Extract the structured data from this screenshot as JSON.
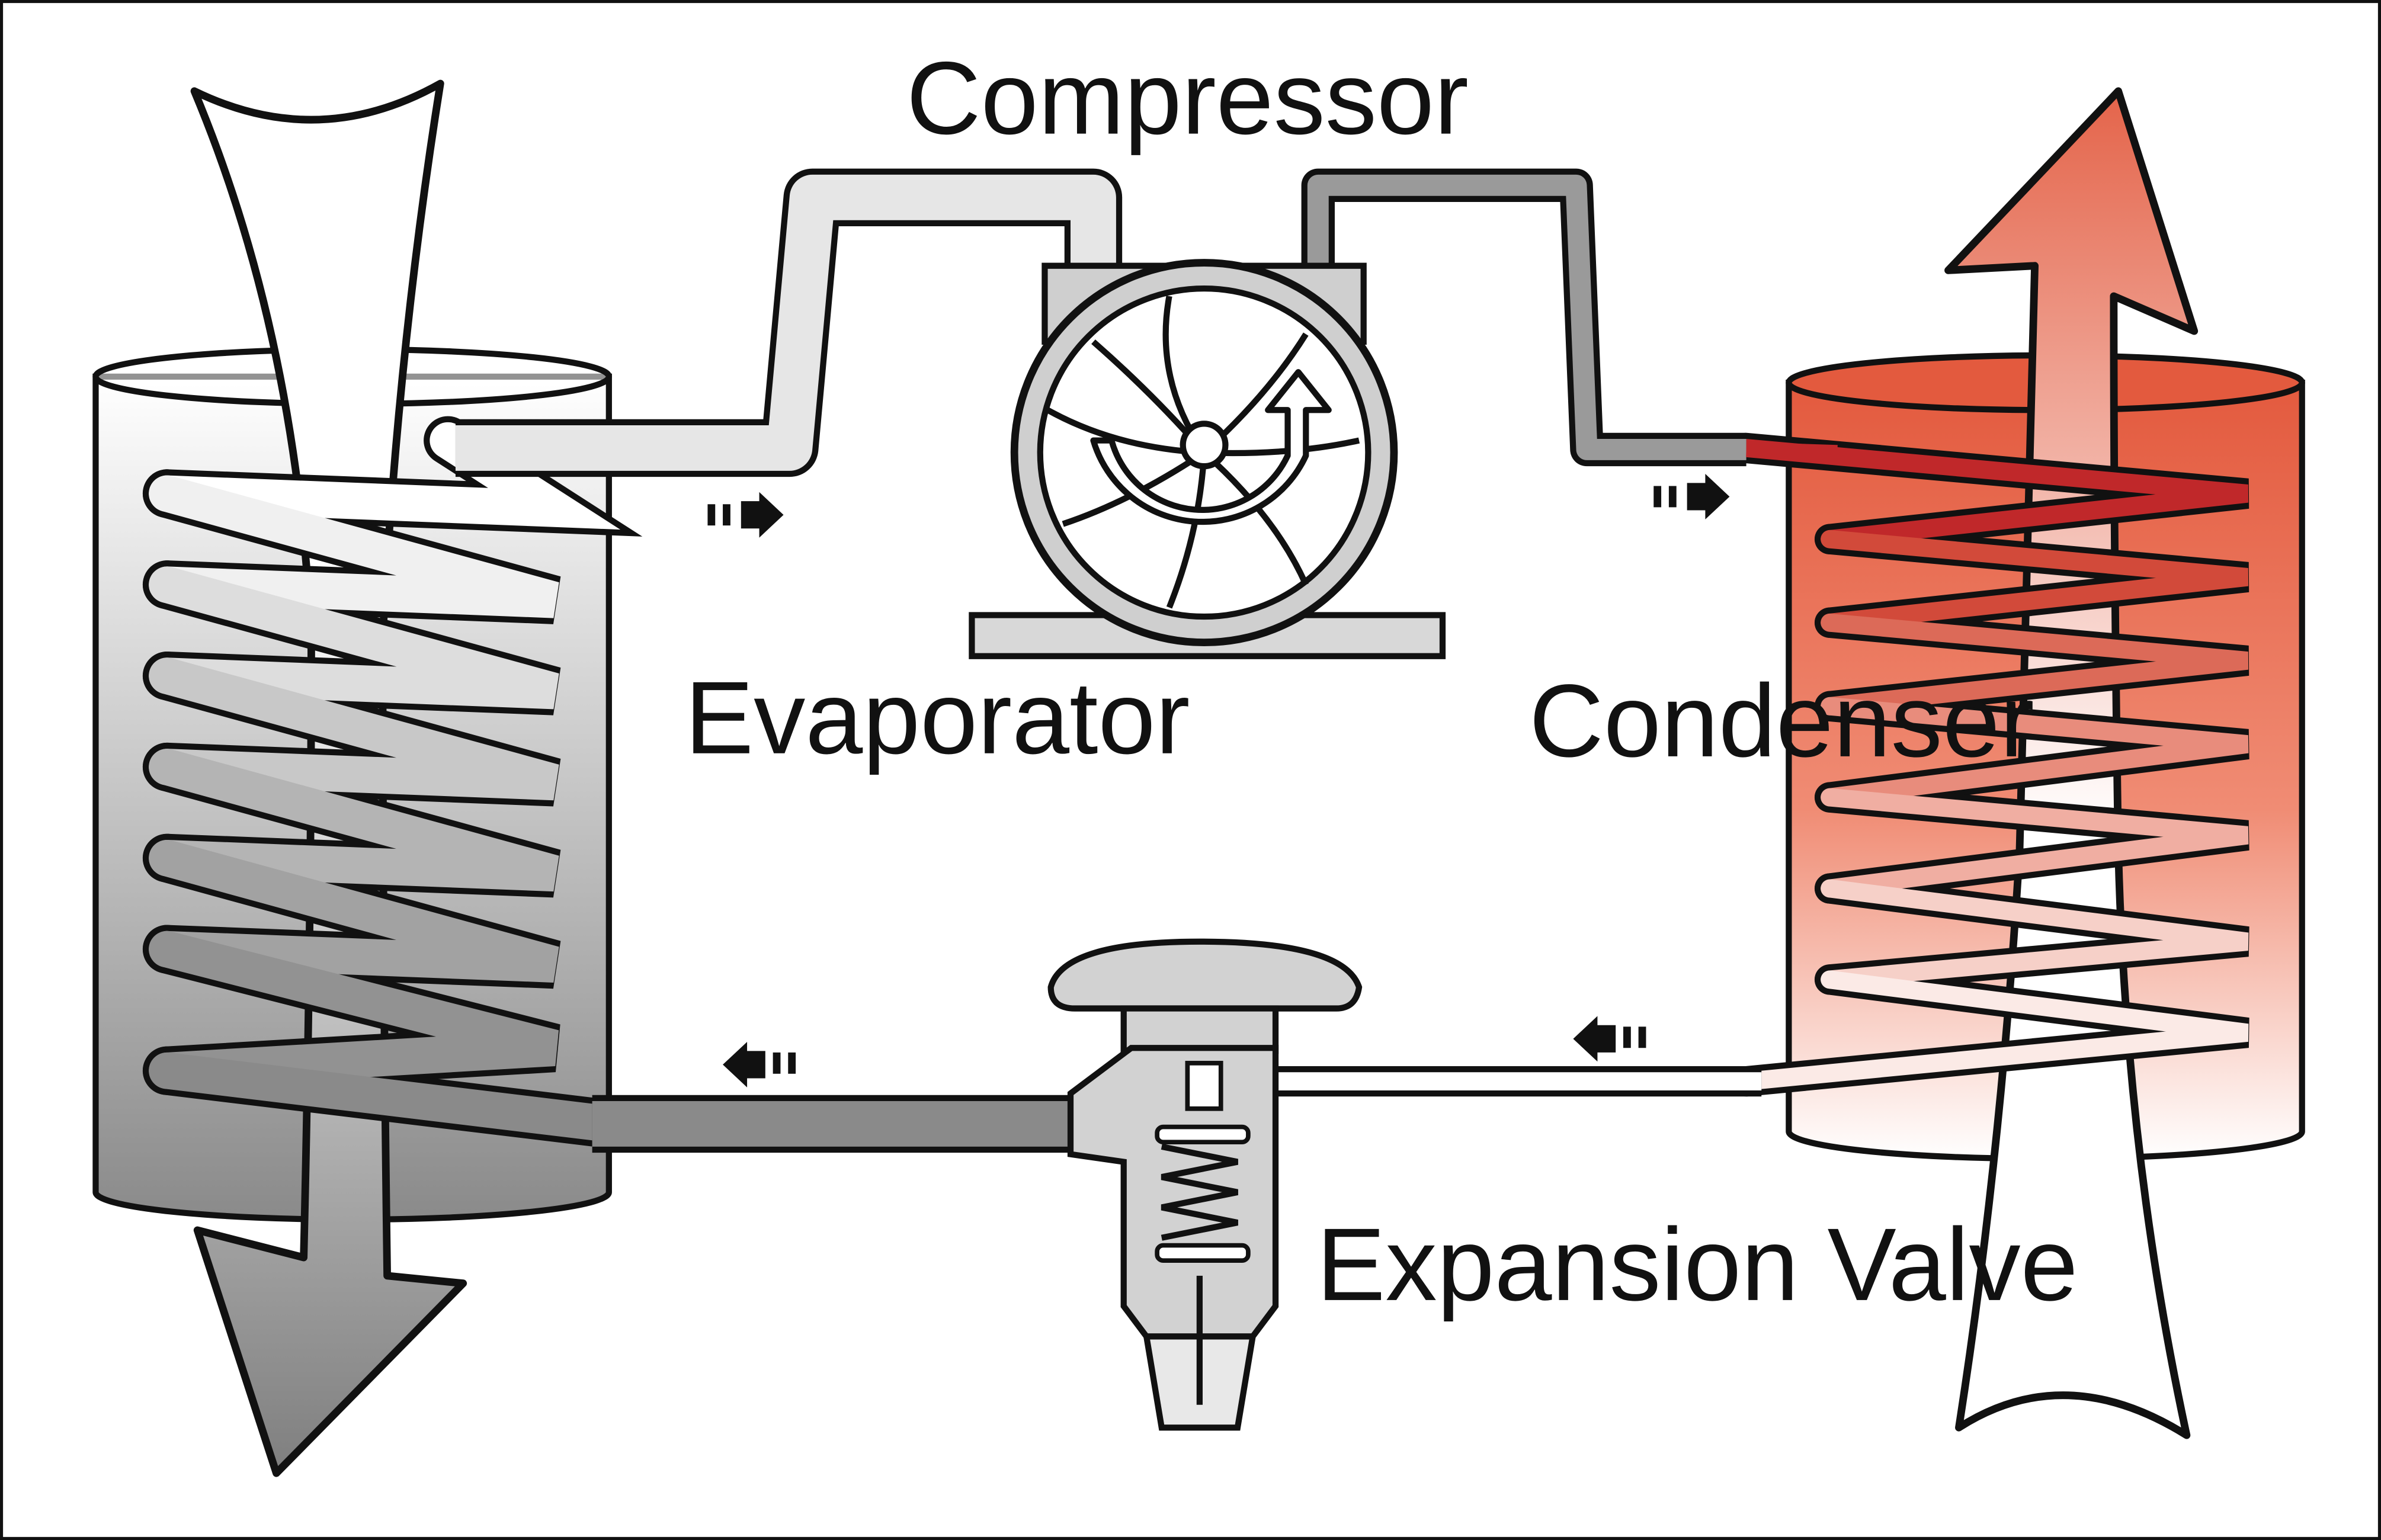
{
  "diagram": {
    "labels": {
      "compressor": "Compressor",
      "evaporator": "Evaporator",
      "condenser": "Condenser",
      "expansion_valve": "Expansion Valve"
    },
    "colors": {
      "cold_gray": "#8c8c8c",
      "hot_red": "#e4644a",
      "hot_red_light": "#f6d6cc",
      "pipe_hot": "#c0282a",
      "outline": "#111111"
    },
    "flow_direction": {
      "evaporator_to_compressor": "right",
      "compressor_to_condenser": "right",
      "condenser_to_valve": "left",
      "valve_to_evaporator": "left"
    }
  }
}
